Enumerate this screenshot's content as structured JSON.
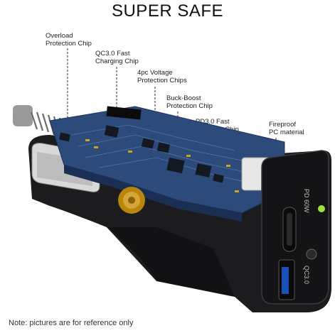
{
  "header": {
    "title": "SUPER SAFE"
  },
  "callouts": [
    {
      "line1": "Overload",
      "line2": "Protection Chip"
    },
    {
      "line1": "QC3.0 Fast",
      "line2": "Charging Chip"
    },
    {
      "line1": "4pc Voltage",
      "line2": "Protection Chips"
    },
    {
      "line1": "Buck-Boost",
      "line2": "Protection Chip"
    },
    {
      "line1": "PD3.0 Fast",
      "line2": "Charging Chip"
    },
    {
      "line1": "Fireproof",
      "line2": "PC material"
    }
  ],
  "product": {
    "port_pd_label": "PD 60W",
    "port_qc_label": "QC3.0",
    "colors": {
      "body": "#1c1c1f",
      "pcb": "#2c4a7a",
      "led": "#9be23a",
      "spring": "#8a8a8a"
    }
  },
  "footer": {
    "note": "Note: pictures are for reference only"
  }
}
